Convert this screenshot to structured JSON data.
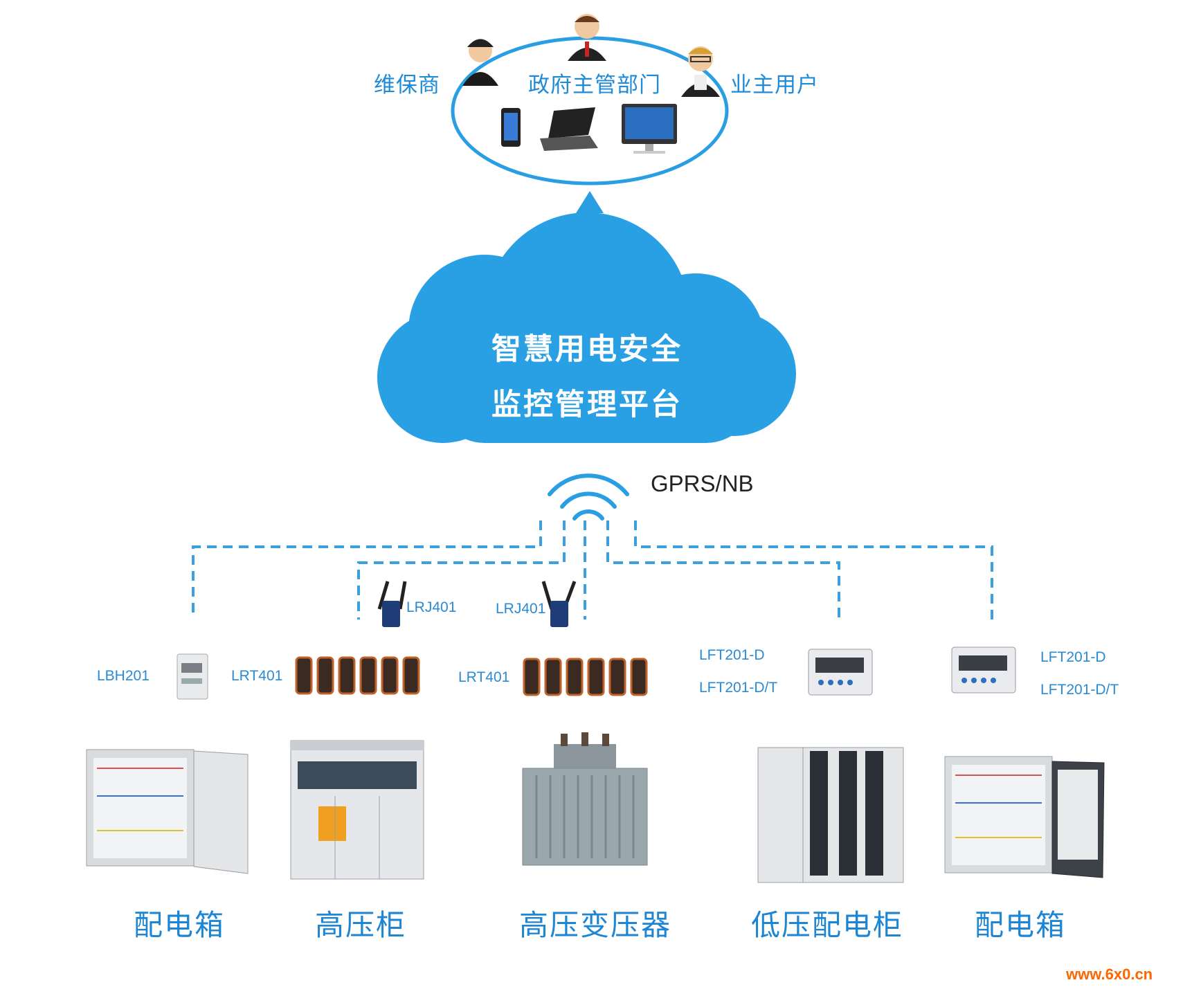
{
  "users": {
    "maintainer": "维保商",
    "government": "政府主管部门",
    "owner": "业主用户"
  },
  "platform": {
    "line1": "智慧用电安全",
    "line2": "监控管理平台"
  },
  "network": "GPRS/NB",
  "devices": {
    "lbh201": "LBH201",
    "lrt401_a": "LRT401",
    "lrj401_a": "LRJ401",
    "lrj401_b": "LRJ401",
    "lrt401_b": "LRT401",
    "lft201_d_a": "LFT201-D",
    "lft201_dt_a": "LFT201-D/T",
    "lft201_d_b": "LFT201-D",
    "lft201_dt_b": "LFT201-D/T"
  },
  "equipment": [
    {
      "label": "配电箱"
    },
    {
      "label": "高压柜"
    },
    {
      "label": "高压变压器"
    },
    {
      "label": "低压配电柜"
    },
    {
      "label": "配电箱"
    }
  ],
  "watermark": "www.6x0.cn",
  "colors": {
    "accent": "#2a90d6",
    "cloud": "#2a9ee3",
    "dash": "#3aa0e0",
    "watermark": "#ff6600"
  }
}
